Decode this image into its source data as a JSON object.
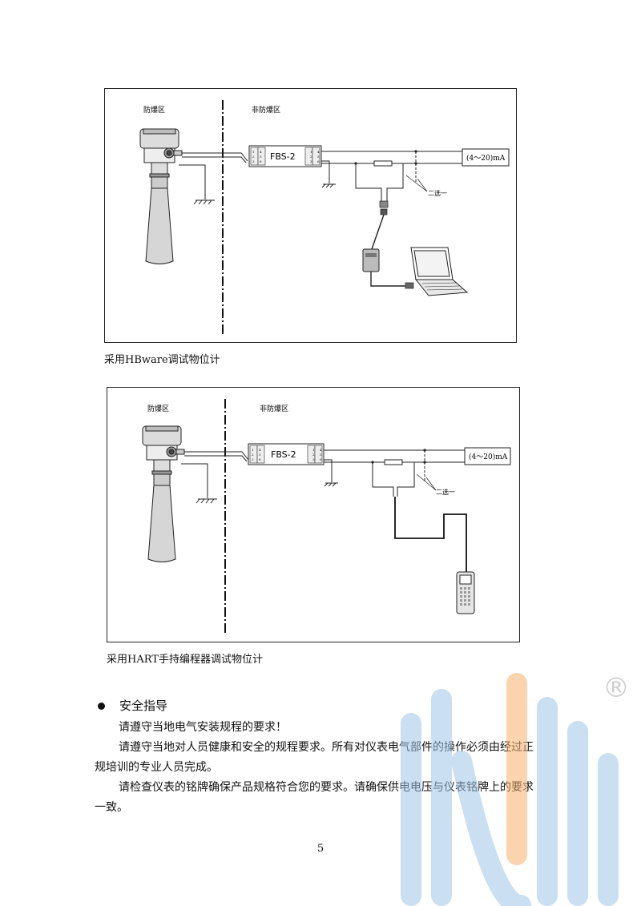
{
  "diagram1": {
    "zone_left": "防爆区",
    "zone_right": "非防爆区",
    "isolator_label": "FBS-2",
    "output_label": "(4～20)mA",
    "choose_label": "二选一",
    "terminals_left": [
      "1",
      "2",
      "3",
      "4",
      "5",
      "6"
    ],
    "terminals_right": [
      "1",
      "2",
      "3",
      "4",
      "5",
      "6"
    ],
    "caption": "采用HBware调试物位计"
  },
  "diagram2": {
    "zone_left": "防爆区",
    "zone_right": "非防爆区",
    "isolator_label": "FBS-2",
    "output_label": "(4～20)mA",
    "choose_label": "二选一",
    "terminals_left": [
      "1",
      "2",
      "3",
      "4",
      "5",
      "6"
    ],
    "terminals_right": [
      "1",
      "2",
      "3",
      "4",
      "5",
      "6"
    ],
    "caption": "采用HART手持编程器调试物位计"
  },
  "safety": {
    "heading": "安全指导",
    "paragraphs": [
      "请遵守当地电气安装规程的要求！",
      "请遵守当地对人员健康和安全的规程要求。所有对仪表电气部件的操作必须由经过正规培训的专业人员完成。",
      "请检查仪表的铭牌确保产品规格符合您的要求。请确保供电电压与仪表铭牌上的要求一致。"
    ]
  },
  "page_number": "5",
  "watermark": {
    "trademark": "®",
    "colors": {
      "orange": "#f6b26b",
      "blue": "#9fc5e8"
    }
  }
}
